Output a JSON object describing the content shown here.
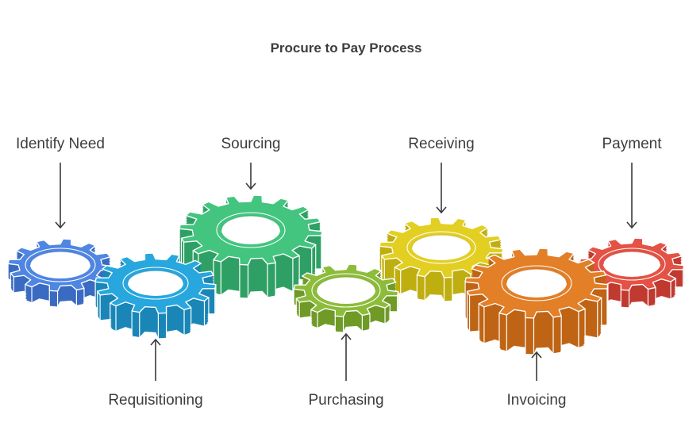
{
  "title": "Procure to Pay Process",
  "steps": [
    {
      "label": "Identify Need",
      "color": "#4f86e2",
      "side": "dark",
      "dark": "#3a6bc2"
    },
    {
      "label": "Requisitioning",
      "color": "#27a7de",
      "dark": "#1a86b8"
    },
    {
      "label": "Sourcing",
      "color": "#43c57f",
      "dark": "#2fa065"
    },
    {
      "label": "Purchasing",
      "color": "#8cbc3a",
      "dark": "#6f9a27"
    },
    {
      "label": "Receiving",
      "color": "#e2cf22",
      "dark": "#bfae10"
    },
    {
      "label": "Invoicing",
      "color": "#e27f27",
      "dark": "#bf6414"
    },
    {
      "label": "Payment",
      "color": "#e45245",
      "dark": "#c03a2f"
    }
  ]
}
